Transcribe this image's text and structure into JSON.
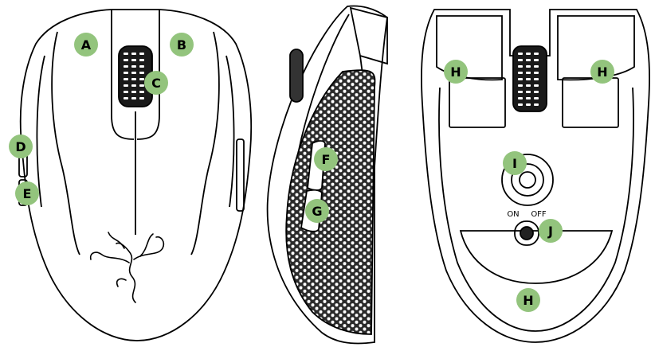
{
  "colors": {
    "callout_fill": "#93c47d",
    "outline": "#000000",
    "mesh": "#2b2b2b",
    "background": "#ffffff"
  },
  "callouts": {
    "left_click": "A",
    "right_click": "B",
    "scroll_wheel": "C",
    "side_button_top": "D",
    "side_button_bottom": "E",
    "thumb_button_upper": "F",
    "thumb_button_lower": "G",
    "feet": "H",
    "sensor": "I",
    "power_switch": "J"
  },
  "switch_labels": {
    "on": "ON",
    "off": "OFF"
  },
  "icons": {
    "logo": "razer-snake-logo"
  }
}
